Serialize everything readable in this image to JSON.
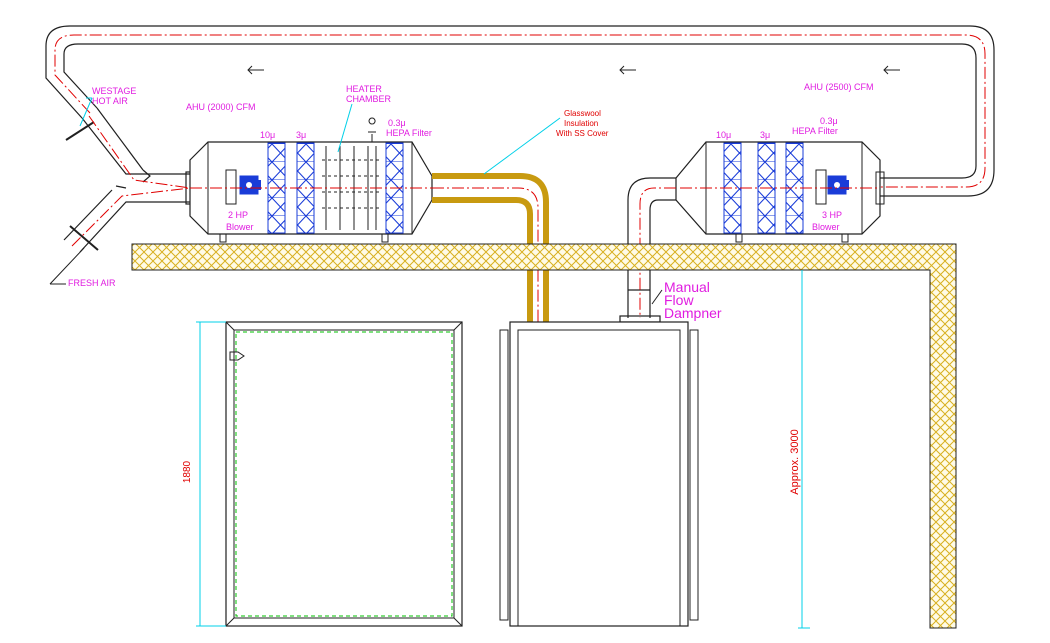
{
  "labels": {
    "westage_hot_air": [
      "WESTAGE",
      "HOT AIR"
    ],
    "fresh_air": "FRESH AIR",
    "ahu_left": "AHU (2000) CFM",
    "ahu_right": "AHU (2500) CFM",
    "heater_chamber": [
      "HEATER",
      "CHAMBER"
    ],
    "glasswool": [
      "Glasswool",
      "Insulation",
      "With SS Cover"
    ],
    "left_10": "10μ",
    "left_3": "3μ",
    "left_03": "0.3μ",
    "left_hepa": "HEPA Filter",
    "right_10": "10μ",
    "right_3": "3μ",
    "right_03": "0.3μ",
    "right_hepa": "HEPA Filter",
    "blower_left": [
      "2 HP",
      "Blower"
    ],
    "blower_right": [
      "3 HP",
      "Blower"
    ],
    "damper": [
      "Manual",
      "Flow",
      "Dampner"
    ],
    "dim_1880": "1880",
    "dim_3000": "Approx. 3000"
  },
  "colors": {
    "magenta": "#e01ce0",
    "cyan": "#00d0e8",
    "red": "#e00000",
    "blue": "#1a3cd8",
    "hatch": "#d8b020",
    "insulation": "#c89a10",
    "green": "#00c000",
    "line": "#202020"
  }
}
